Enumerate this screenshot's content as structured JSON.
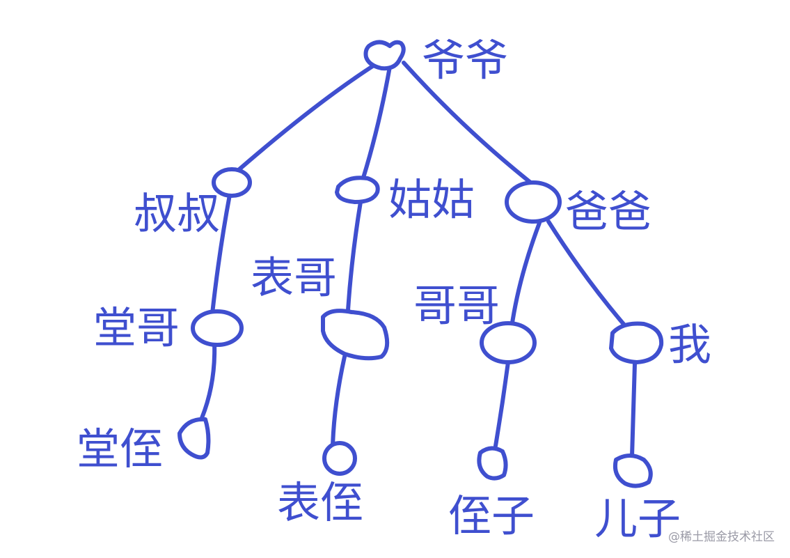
{
  "colors": {
    "ink": "#3f4fcf",
    "watermark": "#9a9aa6",
    "background": "#ffffff"
  },
  "nodes": {
    "grandfather": {
      "label": "爷爷"
    },
    "uncle": {
      "label": "叔叔"
    },
    "aunt": {
      "label": "姑姑"
    },
    "father": {
      "label": "爸爸"
    },
    "paternal_cousin": {
      "label": "堂哥"
    },
    "maternal_cousin": {
      "label": "表哥"
    },
    "elder_brother": {
      "label": "哥哥"
    },
    "me": {
      "label": "我"
    },
    "paternal_cousin_child": {
      "label": "堂侄"
    },
    "maternal_cousin_child": {
      "label": "表侄"
    },
    "nephew": {
      "label": "侄子"
    },
    "son": {
      "label": "儿子"
    }
  },
  "edges": [
    [
      "grandfather",
      "uncle"
    ],
    [
      "grandfather",
      "aunt"
    ],
    [
      "grandfather",
      "father"
    ],
    [
      "uncle",
      "paternal_cousin"
    ],
    [
      "aunt",
      "maternal_cousin"
    ],
    [
      "father",
      "elder_brother"
    ],
    [
      "father",
      "me"
    ],
    [
      "paternal_cousin",
      "paternal_cousin_child"
    ],
    [
      "maternal_cousin",
      "maternal_cousin_child"
    ],
    [
      "elder_brother",
      "nephew"
    ],
    [
      "me",
      "son"
    ]
  ],
  "watermark": "@稀土掘金技术社区"
}
